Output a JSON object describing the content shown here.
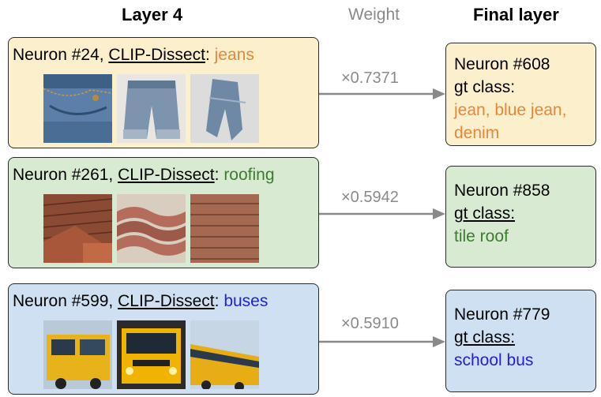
{
  "headers": {
    "layer4": "Layer 4",
    "weight": "Weight",
    "final_layer": "Final layer"
  },
  "rows": [
    {
      "left": {
        "neuron": "Neuron #24, ",
        "method": "CLIP-Dissect",
        "sep": ": ",
        "concept": "jeans",
        "concept_color": "#e8863a"
      },
      "images": [
        "jeans-photo-1",
        "jeans-photo-2",
        "jeans-photo-3"
      ],
      "weight": "×0.7371",
      "right": {
        "neuron": "Neuron #608",
        "gt_label": "gt class:",
        "classes": [
          "jean, blue jean,",
          "denim"
        ],
        "class_color": "#e8863a"
      }
    },
    {
      "left": {
        "neuron": "Neuron #261, ",
        "method": "CLIP-Dissect",
        "sep": ": ",
        "concept": "roofing",
        "concept_color": "#3a7d2c"
      },
      "images": [
        "roof-photo-1",
        "roof-photo-2",
        "roof-photo-3"
      ],
      "weight": "×0.5942",
      "right": {
        "neuron": "Neuron #858",
        "gt_label": "gt class:",
        "classes": [
          "tile roof"
        ],
        "class_color": "#3a7d2c"
      }
    },
    {
      "left": {
        "neuron": "Neuron #599, ",
        "method": "CLIP-Dissect",
        "sep": ": ",
        "concept": "buses",
        "concept_color": "#1f1fe0"
      },
      "images": [
        "bus-photo-1",
        "bus-photo-2",
        "bus-photo-3"
      ],
      "weight": "×0.5910",
      "right": {
        "neuron": "Neuron #779",
        "gt_label": "gt class:",
        "classes": [
          "school bus"
        ],
        "class_color": "#1f1fe0"
      }
    }
  ],
  "colors": {
    "arrow": "#8a8a8a",
    "border": "#2b2b2b"
  }
}
